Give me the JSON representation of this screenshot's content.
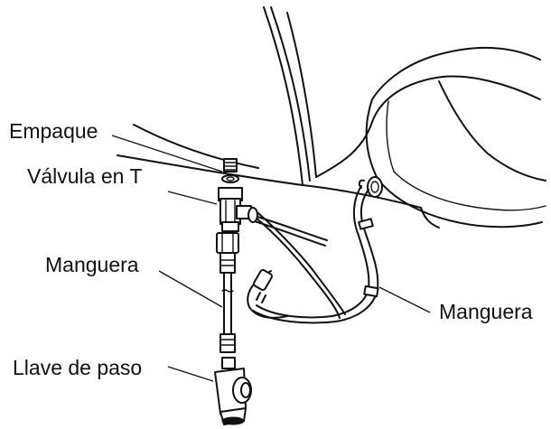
{
  "labels": {
    "gasket": "Empaque",
    "tee_valve": "Válvula en T",
    "hose_left": "Manguera",
    "hose_right": "Manguera",
    "shutoff_valve": "Llave de paso"
  }
}
